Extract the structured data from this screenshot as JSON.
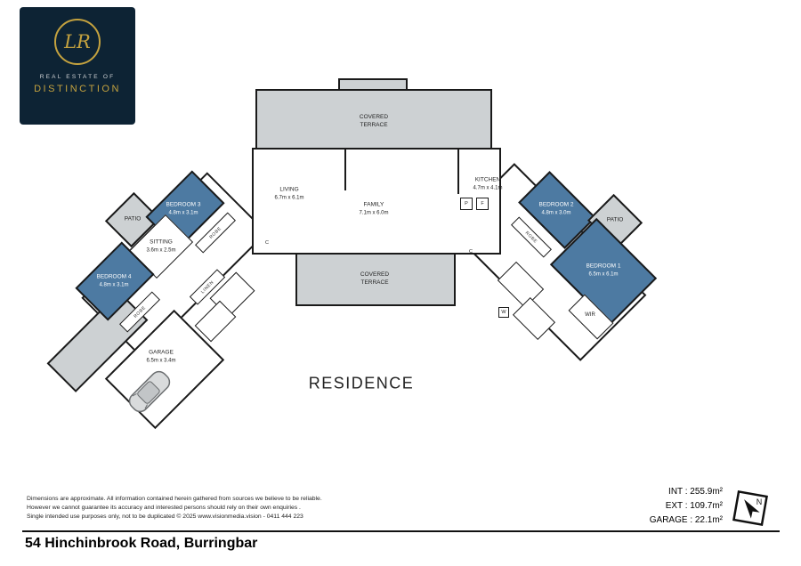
{
  "logo": {
    "monogram": "LR",
    "line1": "REAL ESTATE OF",
    "line2": "DISTINCTION"
  },
  "plan": {
    "title": "RESIDENCE",
    "rooms": {
      "covered_terrace_top": {
        "name": "COVERED TERRACE"
      },
      "covered_terrace_bottom": {
        "name": "COVERED TERRACE"
      },
      "living": {
        "name": "LIVING",
        "dims": "6.7m x 6.1m"
      },
      "family": {
        "name": "FAMILY",
        "dims": "7.1m x 6.0m"
      },
      "kitchen": {
        "name": "KITCHEN",
        "dims": "4.7m x 4.1m"
      },
      "bedroom1": {
        "name": "BEDROOM 1",
        "dims": "6.5m x 6.1m"
      },
      "bedroom2": {
        "name": "BEDROOM 2",
        "dims": "4.8m x 3.0m"
      },
      "bedroom3": {
        "name": "BEDROOM 3",
        "dims": "4.8m x 3.1m"
      },
      "bedroom4": {
        "name": "BEDROOM 4",
        "dims": "4.8m x 3.1m"
      },
      "sitting": {
        "name": "SITTING",
        "dims": "3.6m x 2.5m"
      },
      "garage": {
        "name": "GARAGE",
        "dims": "6.5m x 3.4m"
      },
      "patio_left": {
        "name": "PATIO"
      },
      "patio_right": {
        "name": "PATIO"
      },
      "robe": {
        "name": "ROBE"
      },
      "linen": {
        "name": "LINEN"
      },
      "wir": {
        "name": "WIR"
      },
      "pantry": {
        "name": "P"
      },
      "fridge": {
        "name": "F"
      },
      "washer": {
        "name": "W"
      },
      "cupboard": {
        "name": "C"
      }
    }
  },
  "footer": {
    "disclaimer": [
      "Dimensions are approximate. All information contained herein gathered from sources we believe to be reliable.",
      "However we cannot guarantee its accuracy and interested persons should rely on their own enquiries .",
      "Single intended use purposes only, not to be duplicated © 2025 www.visionmedia.vision - 0411 444 223"
    ],
    "areas": [
      "INT : 255.9m²",
      "EXT : 109.7m²",
      "GARAGE : 22.1m²"
    ],
    "compass_letter": "N",
    "address": "54 Hinchinbrook Road, Burringbar"
  },
  "colors": {
    "bedroom_fill": "#4d7aa2",
    "terrace_fill": "#cdd1d3",
    "wall": "#1a1a1a",
    "logo_navy": "#0d2334",
    "logo_gold": "#c4a23f"
  }
}
